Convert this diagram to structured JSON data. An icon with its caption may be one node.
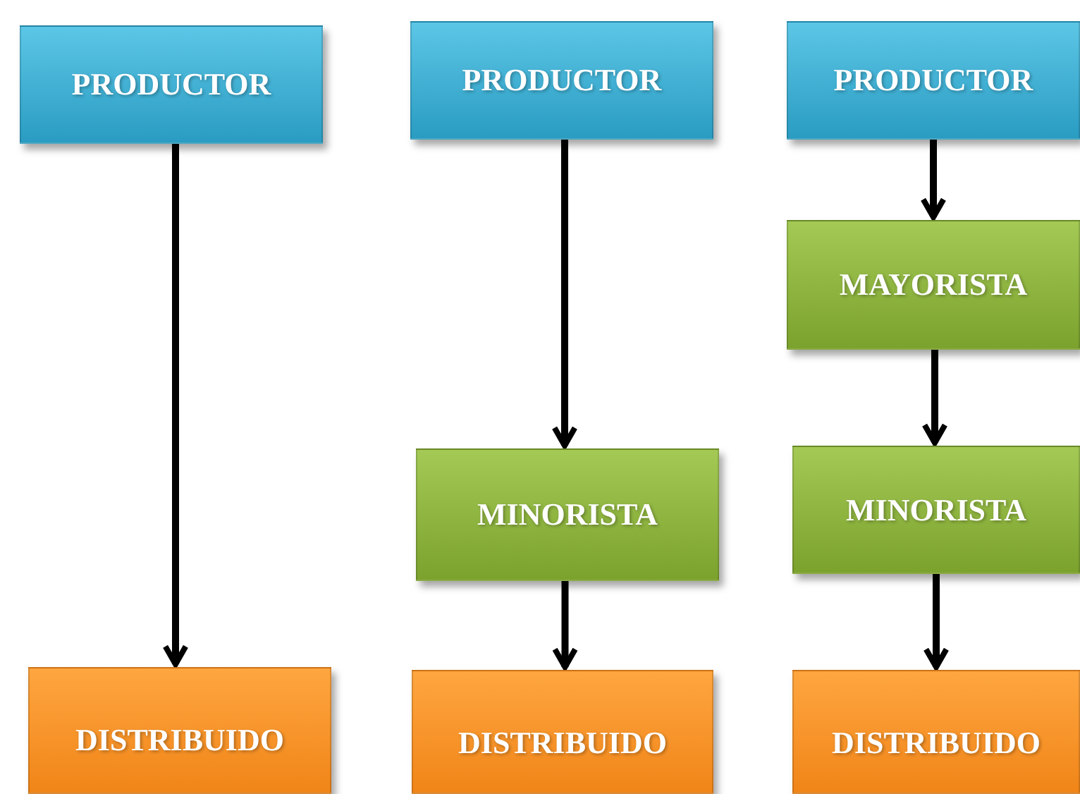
{
  "diagram": {
    "nodes": [
      {
        "text": [
          "PRODUCTOR"
        ]
      },
      {
        "text": [
          "DISTRIBUIDO"
        ]
      },
      {
        "text": [
          "PRODUCTOR"
        ]
      },
      {
        "text": [
          "MINORISTA"
        ]
      },
      {
        "text": [
          "DISTRIBUIDO"
        ]
      },
      {
        "text": [
          "PRODUCTOR"
        ]
      },
      {
        "text": [
          "MAYORISTA"
        ]
      },
      {
        "text": [
          "MINORISTA"
        ]
      },
      {
        "text": [
          "DISTRIBUIDO"
        ]
      }
    ],
    "edges": [
      {
        "from": 0,
        "to": 1,
        "arrow": "to"
      },
      {
        "from": 2,
        "to": 3,
        "arrow": "to"
      },
      {
        "from": 3,
        "to": 4,
        "arrow": "to"
      },
      {
        "from": 5,
        "to": 6,
        "arrow": "to"
      },
      {
        "from": 6,
        "to": 7,
        "arrow": "to"
      },
      {
        "from": 7,
        "to": 8,
        "arrow": "to"
      }
    ]
  }
}
